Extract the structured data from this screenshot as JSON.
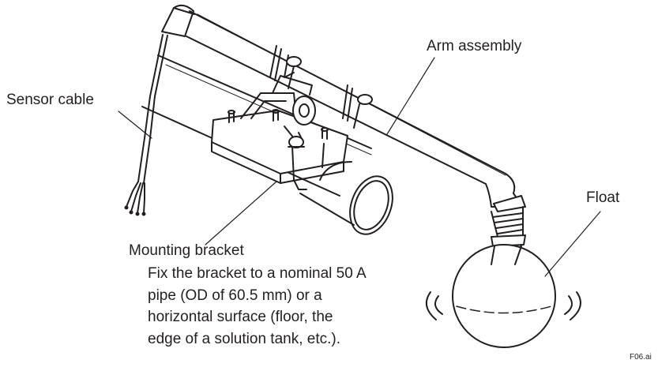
{
  "labels": {
    "arm_assembly": "Arm assembly",
    "sensor_cable": "Sensor cable",
    "float": "Float",
    "mounting_bracket": "Mounting bracket",
    "bracket_note": [
      "Fix the bracket to a nominal 50 A",
      "pipe (OD of 60.5 mm) or a",
      "horizontal surface (floor, the",
      "edge of a solution tank, etc.)."
    ],
    "figure_id": "F06.ai"
  },
  "colors": {
    "line": "#231f20",
    "background": "#ffffff"
  }
}
